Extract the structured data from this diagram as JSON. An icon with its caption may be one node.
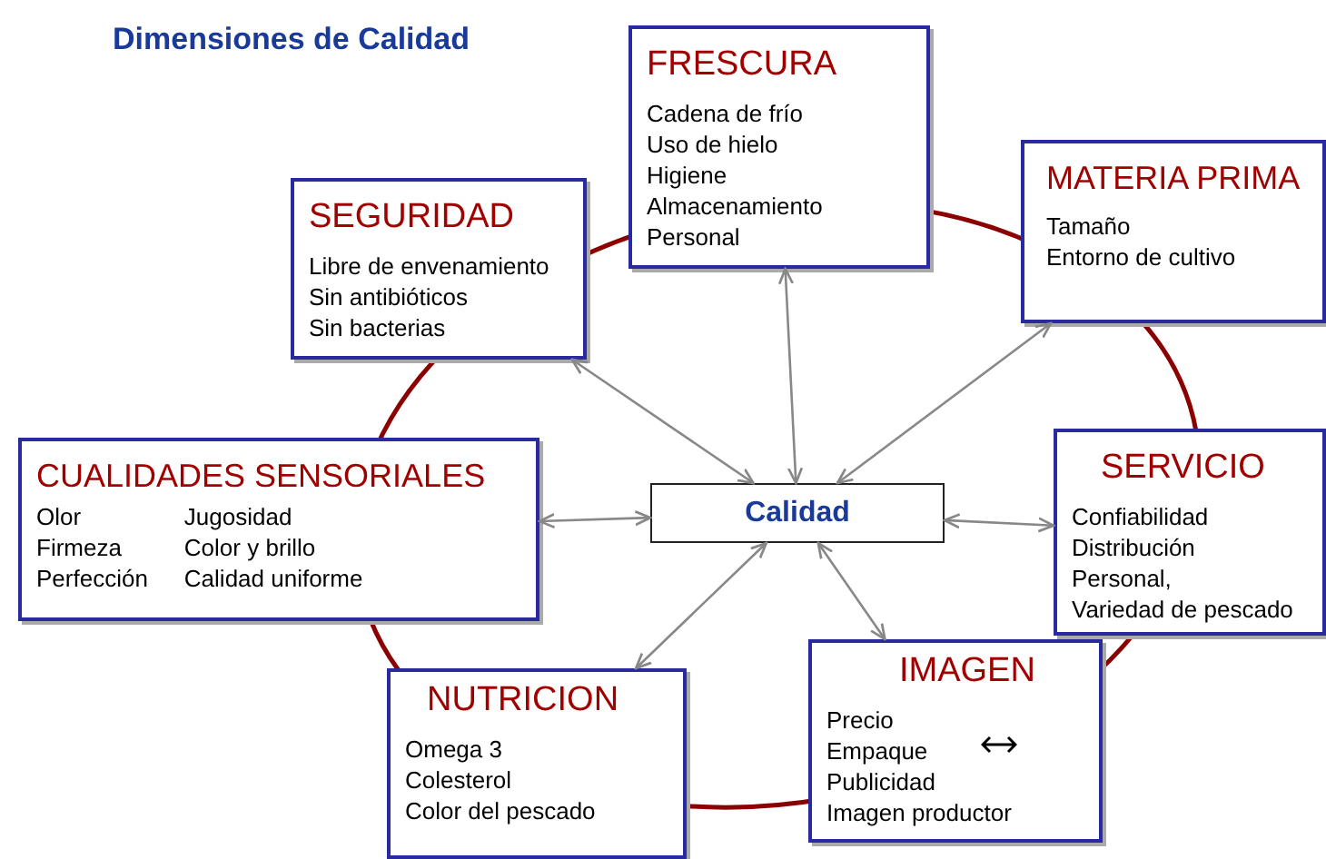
{
  "diagram": {
    "title": "Dimensiones de Calidad",
    "nodes": [
      {
        "text": [
          "Calidad"
        ]
      },
      {
        "text": [
          "FRESCURA",
          "Cadena de frío",
          "Uso de hielo",
          "Higiene",
          "Almacenamiento",
          "Personal"
        ]
      },
      {
        "text": [
          "MATERIA PRIMA",
          "Tamaño",
          "Entorno de cultivo"
        ]
      },
      {
        "text": [
          "SEGURIDAD",
          "Libre de envenamiento",
          "Sin antibióticos",
          "Sin bacterias"
        ]
      },
      {
        "text": [
          "CUALIDADES SENSORIALES",
          "Olor",
          "Firmeza",
          "Perfección",
          "Jugosidad",
          "Color y brillo",
          "Calidad uniforme"
        ]
      },
      {
        "text": [
          "SERVICIO",
          "Confiabilidad",
          "Distribución",
          "Personal,",
          "Variedad de pescado"
        ]
      },
      {
        "text": [
          "NUTRICION",
          "Omega 3",
          "Colesterol",
          "Color del pescado"
        ]
      },
      {
        "text": [
          "IMAGEN",
          "Precio",
          "Empaque",
          "Publicidad",
          "Imagen productor"
        ]
      }
    ],
    "edges": [
      {
        "from": 0,
        "to": 1,
        "arrow": "both"
      },
      {
        "from": 0,
        "to": 3,
        "arrow": "both"
      },
      {
        "from": 0,
        "to": 2,
        "arrow": "both"
      },
      {
        "from": 0,
        "to": 4,
        "arrow": "both"
      },
      {
        "from": 0,
        "to": 5,
        "arrow": "both"
      },
      {
        "from": 0,
        "to": 6,
        "arrow": "both"
      },
      {
        "from": 0,
        "to": 7,
        "arrow": "both"
      }
    ]
  }
}
